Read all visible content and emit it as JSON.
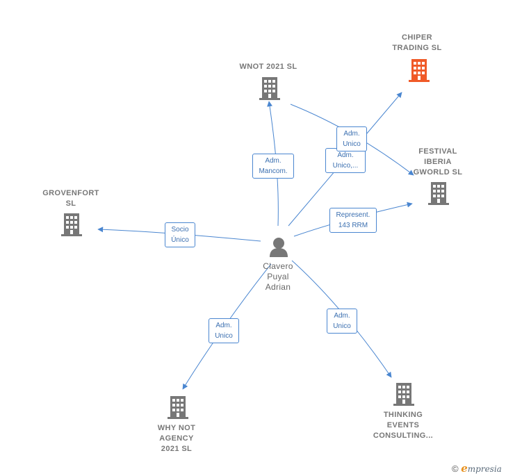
{
  "center": {
    "name": "Clavero\nPuyal\nAdrian"
  },
  "companies": [
    {
      "id": "wnot",
      "name": "WNOT 2021  SL",
      "highlight": false
    },
    {
      "id": "chiper",
      "name": "CHIPER\nTRADING  SL",
      "highlight": true
    },
    {
      "id": "festival",
      "name": "FESTIVAL\nIBERIA\nGWORLD  SL",
      "highlight": false
    },
    {
      "id": "grovenfort",
      "name": "GROVENFORT\nSL",
      "highlight": false
    },
    {
      "id": "whynot",
      "name": "WHY NOT\nAGENCY\n2021  SL",
      "highlight": false
    },
    {
      "id": "thinking",
      "name": "THINKING\nEVENTS\nCONSULTING...",
      "highlight": false
    }
  ],
  "relations": [
    {
      "to": "wnot",
      "label": "Adm.\nMancom."
    },
    {
      "to": "chiper",
      "label": "Adm.\nUnico,..."
    },
    {
      "to": "festival",
      "label": "Represent.\n143 RRM"
    },
    {
      "to": "grovenfort",
      "label": "Socio\nÚnico"
    },
    {
      "to": "whynot",
      "label": "Adm.\nUnico"
    },
    {
      "to": "thinking",
      "label": "Adm.\nUnico"
    }
  ],
  "secondary_relations": [
    {
      "from": "wnot",
      "to": "festival",
      "label": "Adm.\nUnico"
    }
  ],
  "colors": {
    "edge": "#4a86d0",
    "building": "#777777",
    "highlight": "#f05a28"
  },
  "footer": {
    "copyright": "©",
    "brand_initial": "e",
    "brand_rest": "mpresia"
  }
}
